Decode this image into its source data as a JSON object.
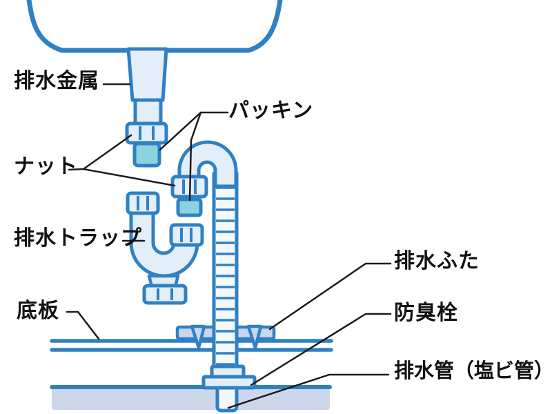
{
  "diagram": {
    "type": "plumbing-diagram",
    "subject": "sink-drain-assembly-exploded-view",
    "labels": {
      "drain_metal": "排水金属",
      "packing": "パッキン",
      "nut": "ナット",
      "drain_trap": "排水トラップ",
      "bottom_board": "底板",
      "drain_cover": "排水ふた",
      "odor_seal_plug": "防臭栓",
      "drain_pipe": "排水管（塩ビ管）"
    },
    "colors": {
      "outline_blue": "#2f81c4",
      "part_fill": "#e3eef8",
      "hose_fill": "#f3f8fc",
      "packing_fill": "#8ed1df",
      "ground_fill": "#ccd7ec",
      "cover_fill": "#c9d6ee",
      "label_text": "#111111",
      "leader_line": "#1a1a1a",
      "background": "#ffffff"
    }
  }
}
